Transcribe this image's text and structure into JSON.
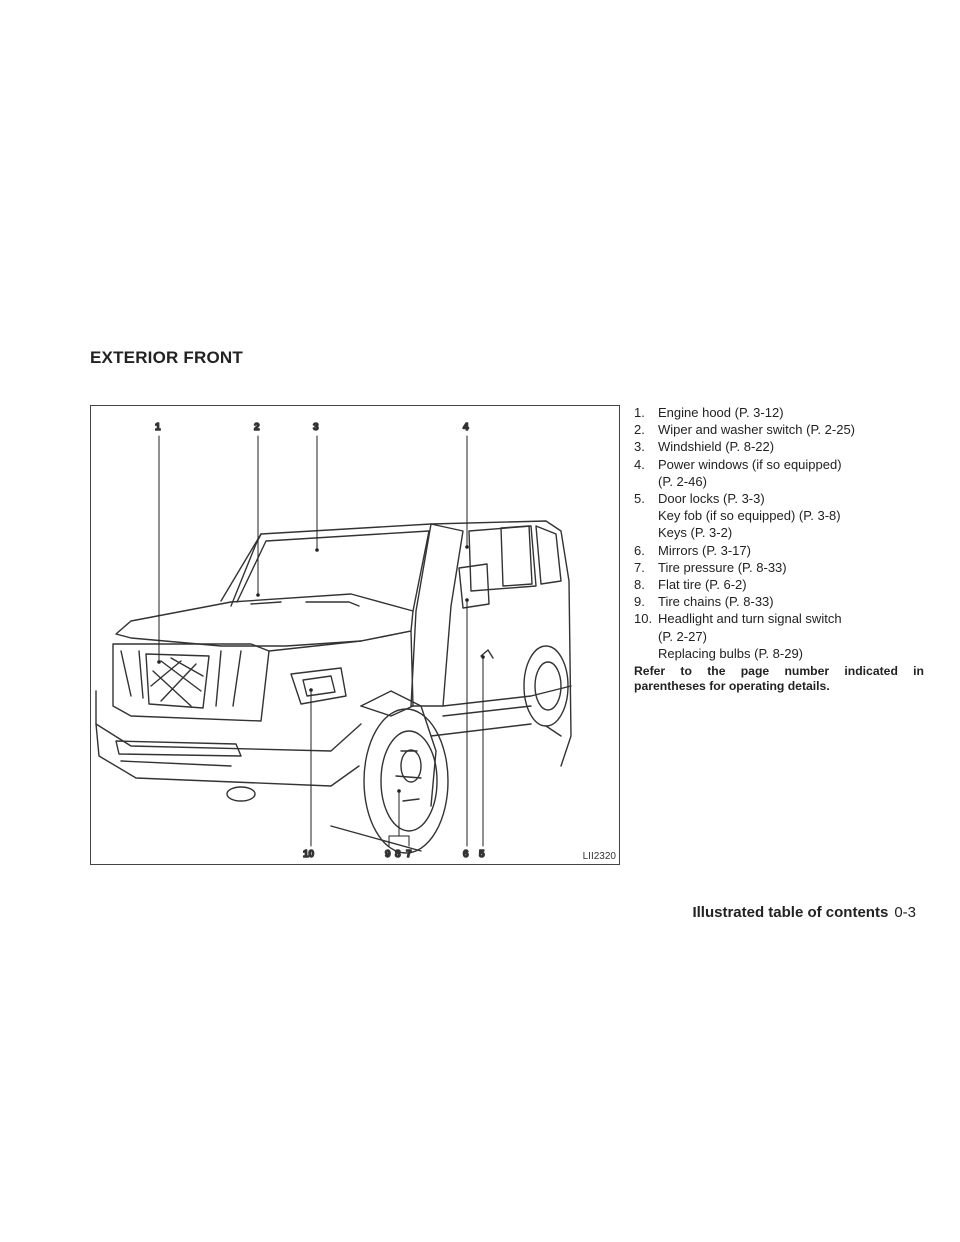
{
  "section_title": "EXTERIOR FRONT",
  "figure": {
    "code": "LII2320",
    "callouts": {
      "c1": "1",
      "c2": "2",
      "c3": "3",
      "c4": "4",
      "c10": "10",
      "c9": "9",
      "c8": "8",
      "c7": "7",
      "c6": "6",
      "c5": "5"
    }
  },
  "items": [
    {
      "num": "1.",
      "text": "Engine hood (P. 3-12)"
    },
    {
      "num": "2.",
      "text": "Wiper and washer switch (P. 2-25)"
    },
    {
      "num": "3.",
      "text": "Windshield (P. 8-22)"
    },
    {
      "num": "4.",
      "text": "Power windows (if so equipped)",
      "sub1": "(P. 2-46)"
    },
    {
      "num": "5.",
      "text": "Door locks (P. 3-3)",
      "sub1": "Key fob (if so equipped) (P. 3-8)",
      "sub2": "Keys (P. 3-2)"
    },
    {
      "num": "6.",
      "text": "Mirrors (P. 3-17)"
    },
    {
      "num": "7.",
      "text": "Tire pressure (P. 8-33)"
    },
    {
      "num": "8.",
      "text": "Flat tire (P. 6-2)"
    },
    {
      "num": "9.",
      "text": "Tire chains (P. 8-33)"
    },
    {
      "num": "10.",
      "text": "Headlight and turn signal switch",
      "sub1": "(P. 2-27)",
      "sub2": "Replacing bulbs (P. 8-29)"
    }
  ],
  "note": "Refer to the page number indicated in parentheses for operating details.",
  "footer": {
    "label": "Illustrated table of contents",
    "page": "0-3"
  }
}
